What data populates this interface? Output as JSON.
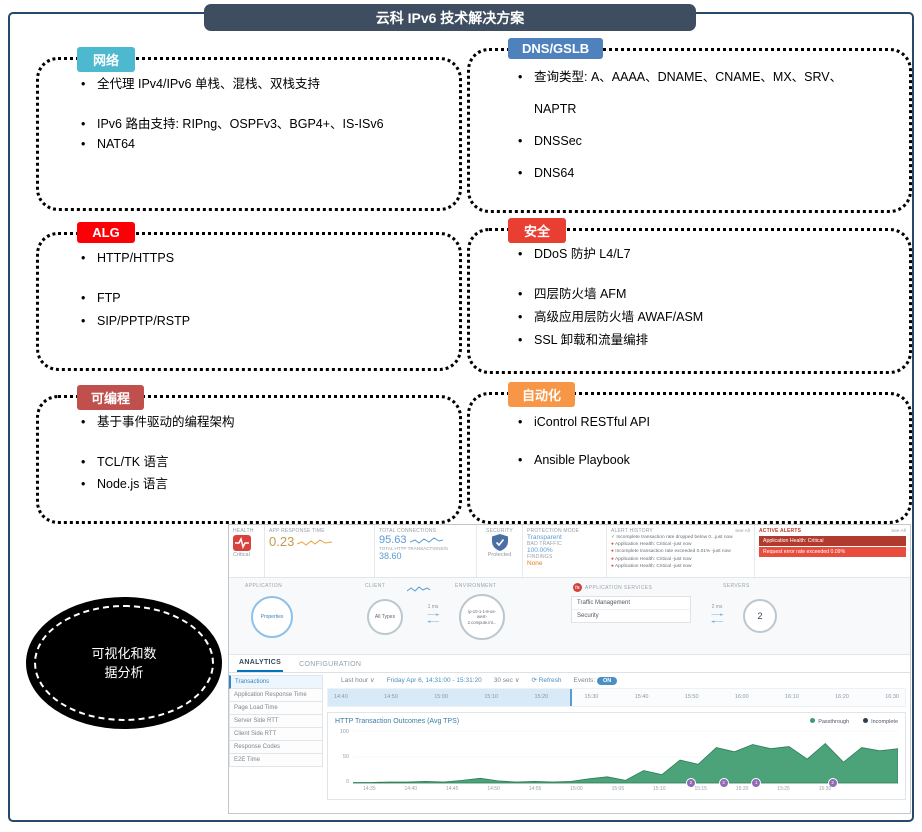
{
  "title": "云科 IPv6 技术解决方案",
  "ellipse": {
    "line1": "可视化和数",
    "line2": "据分析"
  },
  "icons": {
    "chevron_down": "∨",
    "refresh": "⟳",
    "check": "✓",
    "dot": "●"
  },
  "boxes": [
    {
      "label": "网络",
      "color": "#4cb9cf",
      "items": [
        "全代理 IPv4/IPv6 单栈、混栈、双栈支持",
        "IPv6 路由支持: RIPng、OSPFv3、BGP4+、IS-ISv6",
        "NAT64"
      ]
    },
    {
      "label": "DNS/GSLB",
      "color": "#4f81bd",
      "items": [
        "查询类型: A、AAAA、DNAME、CNAME、MX、SRV、NAPTR",
        "DNSSec",
        "DNS64"
      ]
    },
    {
      "label": "ALG",
      "color": "#fb0007",
      "items": [
        "HTTP/HTTPS",
        "FTP",
        "SIP/PPTP/RSTP"
      ]
    },
    {
      "label": "安全",
      "color": "#e93f33",
      "items": [
        "DDoS 防护 L4/L7",
        "四层防火墙 AFM",
        "高级应用层防火墙 AWAF/ASM",
        "SSL 卸载和流量编排"
      ]
    },
    {
      "label": "可编程",
      "color": "#c0504d",
      "items": [
        "基于事件驱动的编程架构",
        "TCL/TK 语言",
        "Node.js 语言"
      ]
    },
    {
      "label": "自动化",
      "color": "#f79646",
      "items": [
        "iControl RESTful API",
        "Ansible Playbook"
      ]
    }
  ],
  "dashboard": {
    "health": {
      "label": "HEALTH",
      "status": "Critical"
    },
    "app_response_time": {
      "label": "APP RESPONSE TIME",
      "value": "0.23"
    },
    "connections": {
      "label": "TOTAL CONNECTIONS",
      "value": "95.63",
      "http_label": "TOTAL HTTP TRANSACTIONS/S",
      "http_value": "38.60"
    },
    "security": {
      "label": "SECURITY",
      "status": "Protected"
    },
    "protection": {
      "mode_label": "PROTECTION MODE",
      "mode": "Transparent",
      "bad_traffic_label": "BAD TRAFFIC",
      "bad_traffic": "100.00%",
      "findings_label": "FINDINGS",
      "findings": "None"
    },
    "alert_history": {
      "label": "ALERT HISTORY",
      "see_all": "See All",
      "items": [
        {
          "icon": "check",
          "text": "Incomplete transaction rate dropped below 0...just now"
        },
        {
          "icon": "dot",
          "text": "Application Health: Critical -just now"
        },
        {
          "icon": "dot",
          "text": "Incomplete transaction rate exceeded 0.01% -just now"
        },
        {
          "icon": "dot",
          "text": "Application Health: Critical -just now"
        },
        {
          "icon": "dot",
          "text": "Application Health: Critical -just now"
        }
      ]
    },
    "active_alerts": {
      "label": "ACTIVE ALERTS",
      "see_all": "See All",
      "items": [
        "Application Health: Critical",
        "Request error rate exceeded 0.09%"
      ]
    },
    "map": {
      "columns": [
        "APPLICATION",
        "CLIENT",
        "ENVIRONMENT",
        "APPLICATION SERVICES",
        "SERVERS"
      ],
      "application": "Properties",
      "client": "All Types",
      "latency1": "1 ms",
      "environment": "ip-10-1-1-8-us-west-2.compute.int...",
      "services": [
        "Traffic Management",
        "Security"
      ],
      "latency2": "2 ms",
      "servers": "2"
    },
    "tabs": [
      "ANALYTICS",
      "CONFIGURATION"
    ],
    "sidebar": [
      "Transactions",
      "Application Response Time",
      "Page Load Time",
      "Server Side RTT",
      "Client Side RTT",
      "Response Codes",
      "E2E Time"
    ],
    "toolbar": {
      "range": "Last hour",
      "date": "Friday Apr 6, 14:31:00 - 15:31:20",
      "interval": "30 sec",
      "refresh": "Refresh",
      "events_label": "Events:",
      "events_state": "ON"
    },
    "timeline_ticks": [
      "14:40",
      "14:50",
      "15:00",
      "15:10",
      "15:20",
      "15:30",
      "15:40",
      "15:50",
      "16:00",
      "16:10",
      "16:20",
      "16:30"
    ]
  },
  "chart_data": {
    "type": "area",
    "title": "HTTP Transaction Outcomes (Avg TPS)",
    "legend": [
      {
        "name": "Passthrough",
        "color": "#3d9b6f"
      },
      {
        "name": "Incomplete",
        "color": "#2c3e50"
      }
    ],
    "x_range": [
      "14:31",
      "15:31"
    ],
    "series": [
      {
        "name": "Passthrough",
        "values": [
          1,
          1,
          2,
          2,
          3,
          2,
          5,
          9,
          4,
          2,
          3,
          2,
          3,
          8,
          12,
          5,
          24,
          16,
          44,
          36,
          68,
          60,
          74,
          66,
          70,
          46,
          76,
          40,
          68,
          62,
          66
        ]
      },
      {
        "name": "Incomplete",
        "values": [
          0,
          0,
          0,
          0,
          0,
          0,
          0,
          0,
          0,
          0,
          0,
          0,
          0,
          0,
          0,
          0,
          0,
          0,
          0,
          0,
          0,
          0,
          0,
          0,
          0,
          0,
          0,
          0,
          0,
          0,
          0
        ]
      }
    ],
    "ylim": [
      0,
      100
    ],
    "yticks": [
      "0",
      "50",
      "100"
    ],
    "xticks": [
      "14:35",
      "14:40",
      "14:45",
      "14:50",
      "14:55",
      "15:00",
      "15:05",
      "15:10",
      "15:15",
      "15:20",
      "15:25",
      "15:30"
    ],
    "events": [
      {
        "pos": 0.62,
        "label": "2"
      },
      {
        "pos": 0.68,
        "label": "2"
      },
      {
        "pos": 0.74,
        "label": "1"
      },
      {
        "pos": 0.88,
        "label": "2"
      }
    ]
  }
}
